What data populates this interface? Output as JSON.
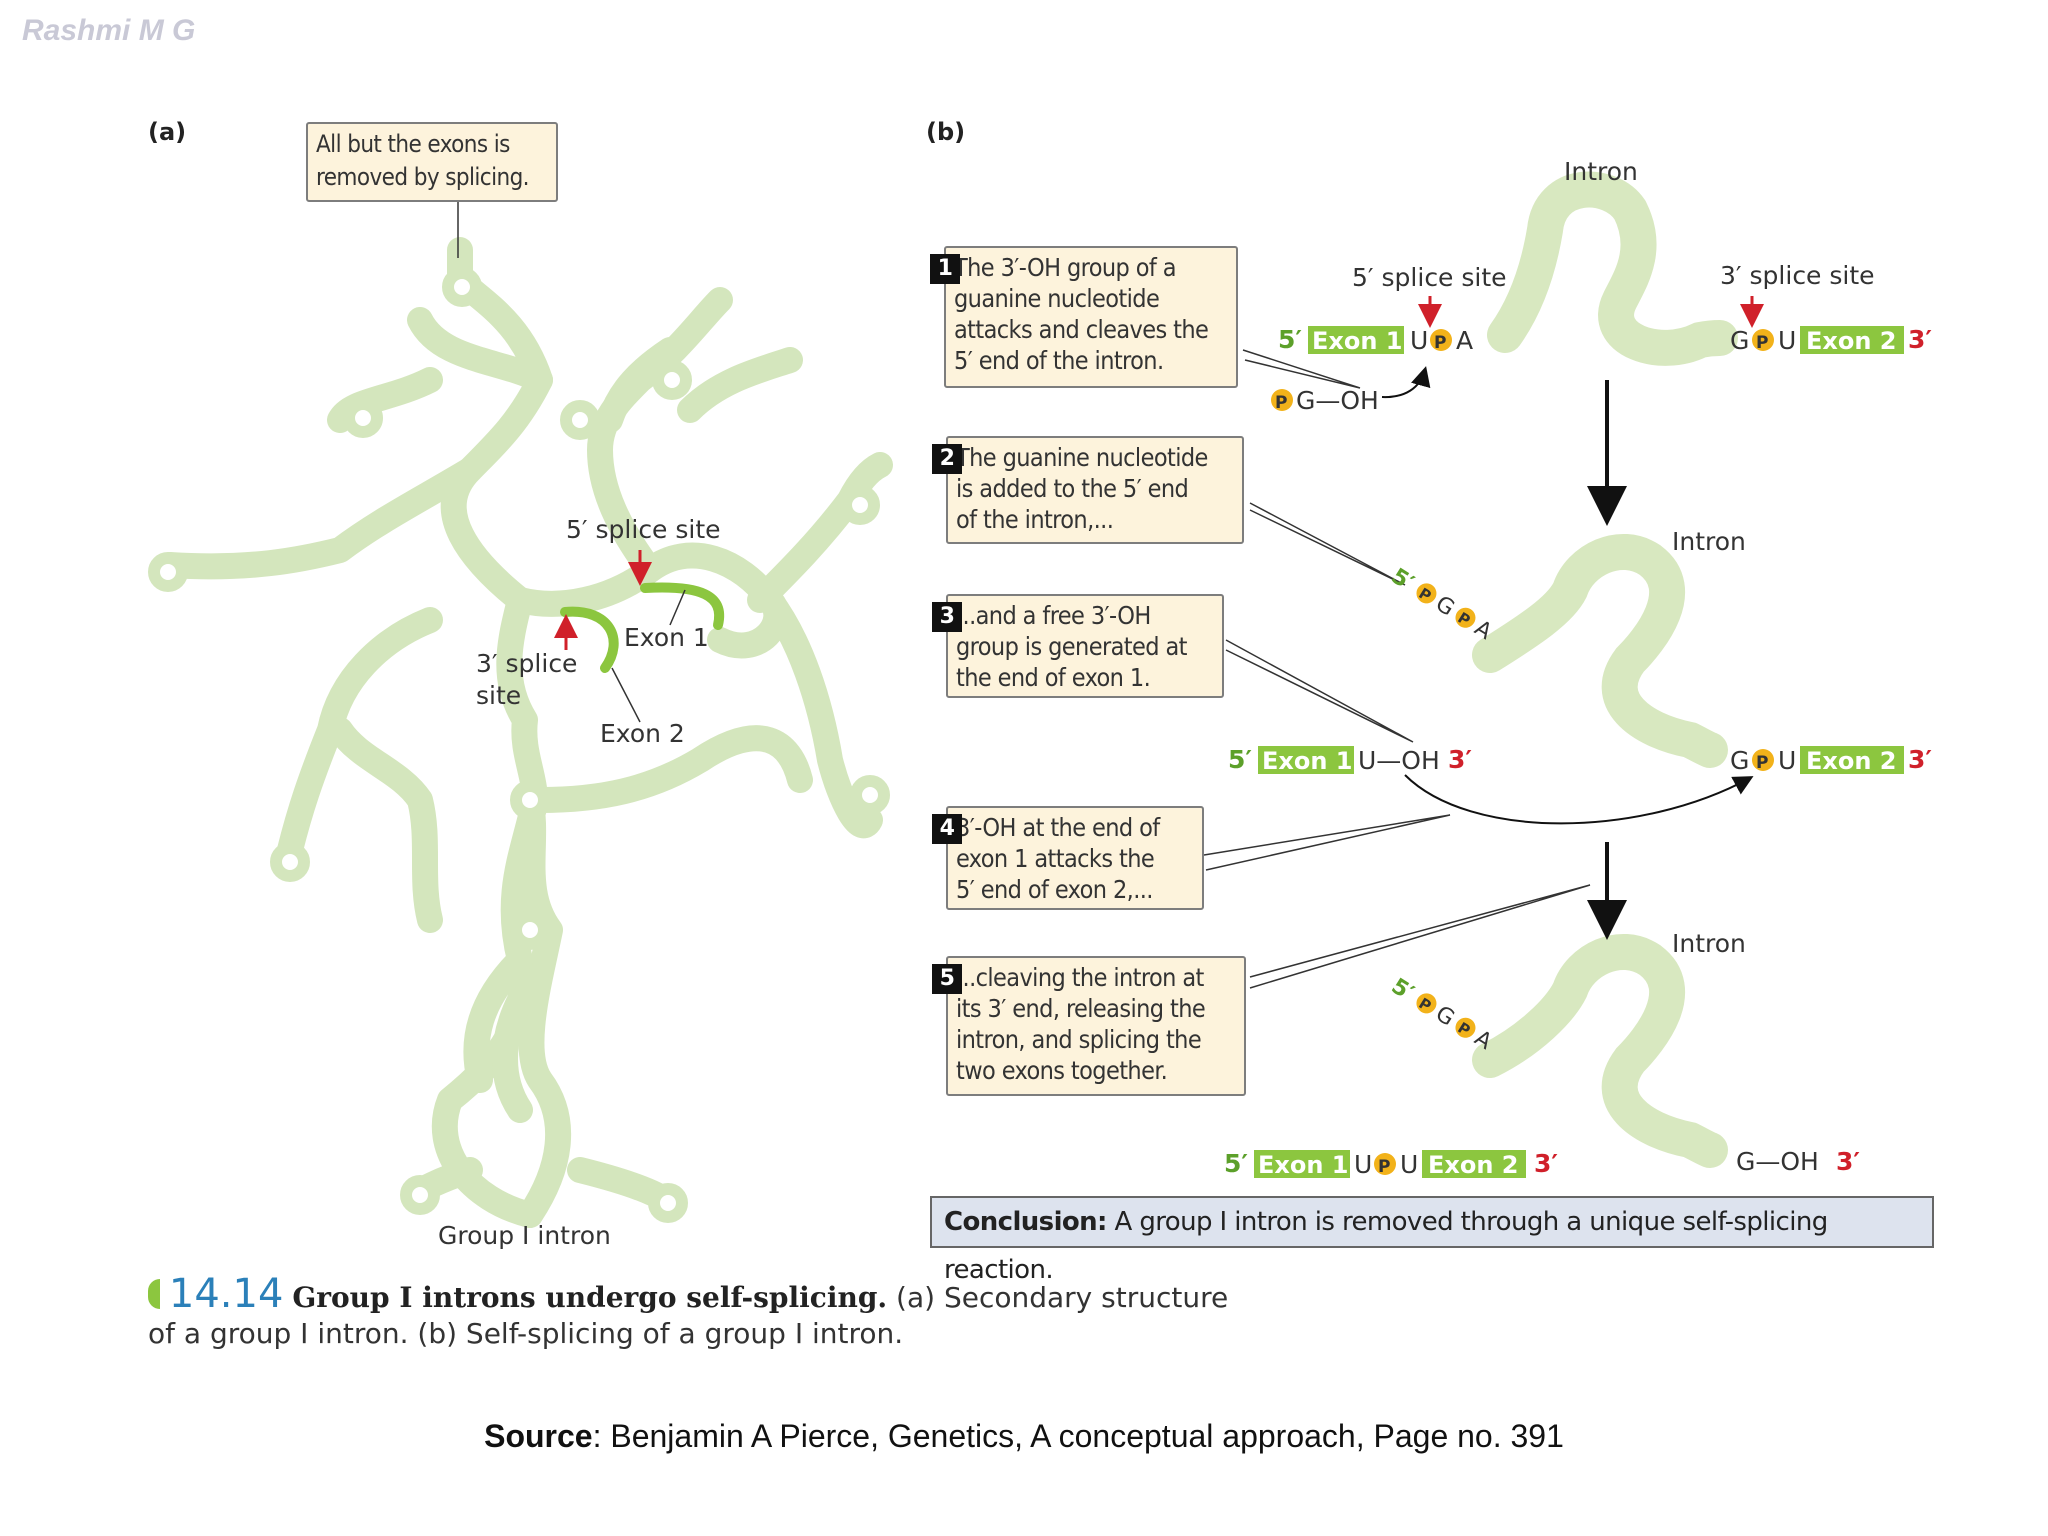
{
  "author": "Rashmi M G",
  "panel_a": {
    "label": "(a)",
    "callout": [
      "All but the exons is",
      "removed by splicing."
    ],
    "five_prime_splice_site": "5′ splice site",
    "three_prime_splice_site": [
      "3′ splice",
      "site"
    ],
    "exon1": "Exon 1",
    "exon2": "Exon 2",
    "group_label": "Group I intron"
  },
  "panel_b": {
    "label": "(b)",
    "steps": [
      {
        "num": "1",
        "text": [
          "The 3′-OH group of a",
          "guanine nucleotide",
          "attacks and cleaves the",
          "5′ end of the intron."
        ]
      },
      {
        "num": "2",
        "text": [
          "The guanine nucleotide",
          "is added to the 5′ end",
          "of the intron,..."
        ]
      },
      {
        "num": "3",
        "text": [
          "...and a free 3′-OH",
          "group is generated at",
          "the end of exon 1."
        ]
      },
      {
        "num": "4",
        "text": [
          "3′-OH at the end of",
          "exon 1 attacks the",
          "5′ end of exon 2,..."
        ]
      },
      {
        "num": "5",
        "text": [
          "...cleaving the intron at",
          "its 3′ end, releasing the",
          "intron, and splicing the",
          "two exons together."
        ]
      }
    ],
    "intron_label": "Intron",
    "five_prime_splice_site": "5′ splice site",
    "three_prime_splice_site": "3′ splice site",
    "exon1": "Exon 1",
    "exon2": "Exon 2",
    "five_prime": "5′",
    "three_prime": "3′",
    "nucleotides": {
      "U": "U",
      "A": "A",
      "G": "G",
      "P": "P",
      "OH": "OH",
      "U_OH": "U—OH",
      "G_OH": "G—OH",
      "PG_OH": "G—OH"
    },
    "conclusion_lead": "Conclusion:",
    "conclusion_text": " A group I intron is removed through a unique self-splicing reaction."
  },
  "caption": {
    "number": "14.14",
    "lead": "Group I introns undergo self-splicing.",
    "rest": " (a) Secondary structure of a group I intron. (b) Self-splicing of a group I intron."
  },
  "source": {
    "lead": "Source",
    "text": ": Benjamin A Pierce, Genetics, A conceptual approach, Page no. 391"
  },
  "colors": {
    "exon_green": "#8cc63f",
    "rna_pale": "#d8e8c0",
    "red": "#d0202a",
    "phosphate": "#f2b21a",
    "callout_bg": "#fdf3dc"
  }
}
